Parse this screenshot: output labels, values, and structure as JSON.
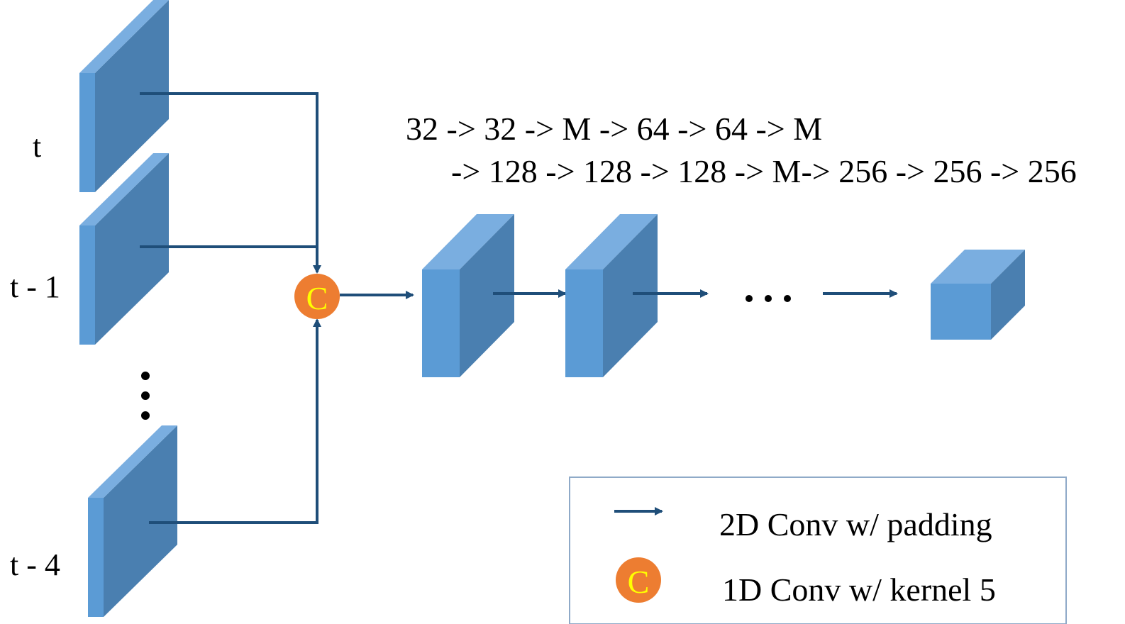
{
  "frames": [
    {
      "label": "t"
    },
    {
      "label": "t - 1"
    },
    {
      "label": "t - 4"
    }
  ],
  "concat_symbol": "C",
  "layer_sequence": {
    "line1": "32 -> 32 -> M -> 64 -> 64 -> M",
    "line2": "-> 128 -> 128 -> 128 -> M-> 256 -> 256 -> 256"
  },
  "ellipsis": "…",
  "legend": {
    "arrow_label": "2D Conv w/ padding",
    "circle_symbol": "C",
    "circle_label": "1D Conv w/ kernel 5"
  },
  "colors": {
    "front": "#5b9bd5",
    "side": "#4a7fb0",
    "top": "#7aaee0",
    "arrow": "#1f4e79",
    "circle": "#ed7d31",
    "circle_text": "#ffff00",
    "legend_border": "#8faac8"
  }
}
